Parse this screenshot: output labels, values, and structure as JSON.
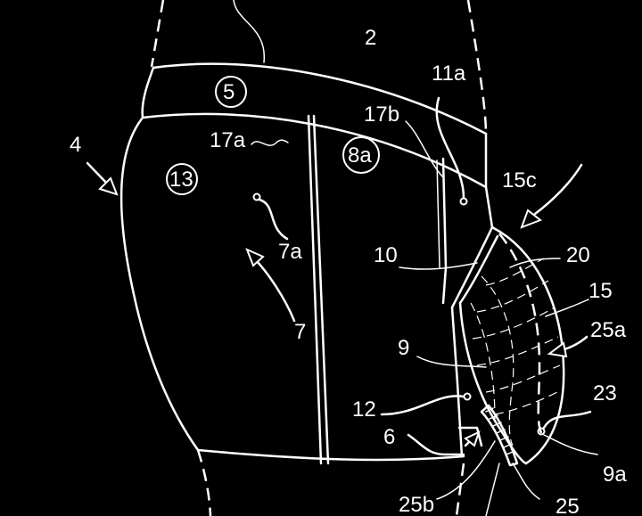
{
  "labels": {
    "l2": "2",
    "l5": "5",
    "l11a": "11a",
    "l17b": "17b",
    "l4": "4",
    "l17a": "17a",
    "l8a": "8a",
    "l13": "13",
    "l15c": "15c",
    "l7a": "7a",
    "l10": "10",
    "l20": "20",
    "l15": "15",
    "l7": "7",
    "l25a": "25a",
    "l9": "9",
    "l12": "12",
    "l23": "23",
    "l6": "6",
    "l9a": "9a",
    "l25b": "25b",
    "l25": "25"
  }
}
